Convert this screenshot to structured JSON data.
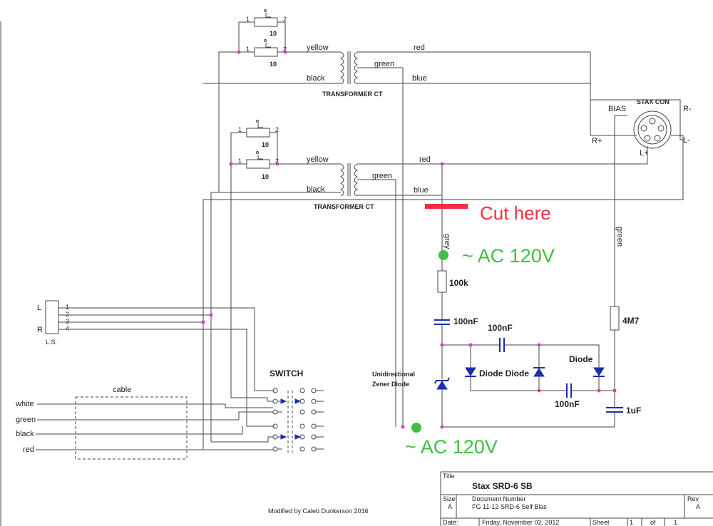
{
  "transformer_top": {
    "label": "TRANSFORMER CT",
    "resistor_value_1": "10",
    "resistor_value_2": "10",
    "pin1": "1",
    "pin2": "2"
  },
  "transformer_bottom": {
    "label": "TRANSFORMER CT",
    "resistor_value_1": "10",
    "resistor_value_2": "10",
    "pin1": "1",
    "pin2": "2"
  },
  "wires": {
    "yellow": "yellow",
    "black": "black",
    "red": "red",
    "green": "green",
    "blue": "blue",
    "grey": "grey",
    "white": "white"
  },
  "connector": {
    "title": "STAX CON",
    "bias": "BIAS",
    "r_minus": "R-",
    "r_plus": "R+",
    "l_minus": "L-",
    "l_plus": "L+"
  },
  "annotations": {
    "cut_here": "Cut here",
    "ac_top": "~ AC 120V",
    "ac_bottom": "~ AC 120V"
  },
  "components": {
    "r100k": "100k",
    "c100nf_1": "100nF",
    "c100nf_2": "100nF",
    "c100nf_3": "100nF",
    "r4m7": "4M7",
    "c1uf": "1uF",
    "diode_pair": "Diode Diode",
    "diode": "Diode",
    "zener_line1": "Unidirectional",
    "zener_line2": "Zener Diode"
  },
  "ls": {
    "l": "L",
    "r": "R",
    "name": "L.S.",
    "pins": [
      "1",
      "2",
      "3",
      "4"
    ]
  },
  "switch": {
    "label": "SWITCH"
  },
  "cable": {
    "label": "cable",
    "wires": [
      "white",
      "green",
      "black",
      "red"
    ]
  },
  "credit": "Modified by Caleb Dunkerson 2016",
  "title_block": {
    "title_label": "Title",
    "title": "Stax SRD-6 SB",
    "size_label": "Size",
    "size": "A",
    "doc_label": "Document Number",
    "doc": "FG 11-12 SRD-6 Self Bias",
    "rev_label": "Rev",
    "rev": "A",
    "date_label": "Date:",
    "date": "Friday, November 02, 2012",
    "sheet_label": "Sheet",
    "sheet": "1",
    "of_label": "of",
    "of": "1"
  }
}
